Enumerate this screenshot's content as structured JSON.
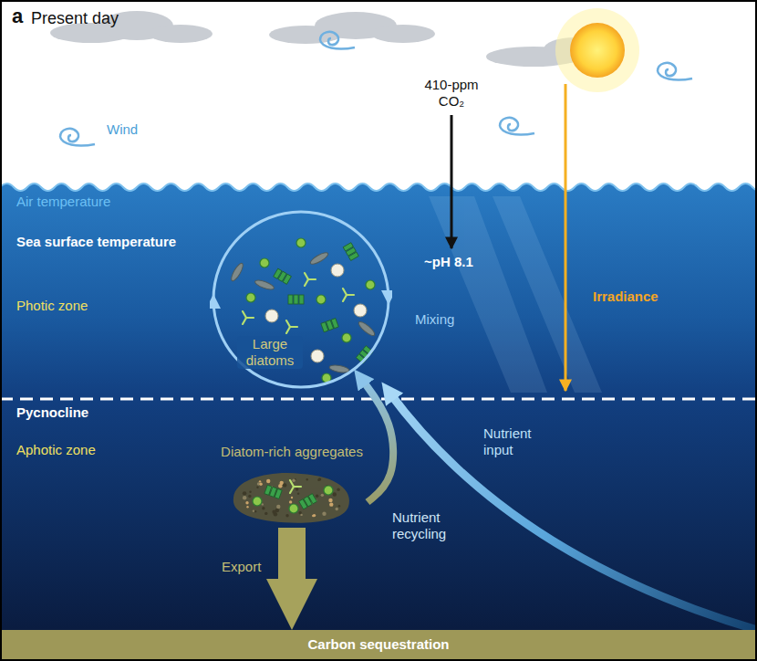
{
  "diagram": {
    "title": "Present day",
    "nodes": [
      {
        "text": [
          "Large diatoms"
        ]
      },
      {
        "text": [
          "Diatom-rich aggregates"
        ]
      },
      {
        "text": [
          "Carbon sequestration"
        ]
      }
    ],
    "edges": [
      {
        "from": 1,
        "to": 0,
        "arrow": "to",
        "label": "Nutrient recycling"
      },
      {
        "from": 1,
        "to": 2,
        "arrow": "to",
        "label": "Export"
      }
    ],
    "labels": [
      "a",
      "Wind",
      "410-ppm CO₂",
      "~pH 8.1",
      "Air temperature",
      "Sea surface temperature",
      "Photic zone",
      "Irradiance",
      "Mixing",
      "Pycnocline",
      "Aphotic zone",
      "Nutrient input"
    ]
  }
}
